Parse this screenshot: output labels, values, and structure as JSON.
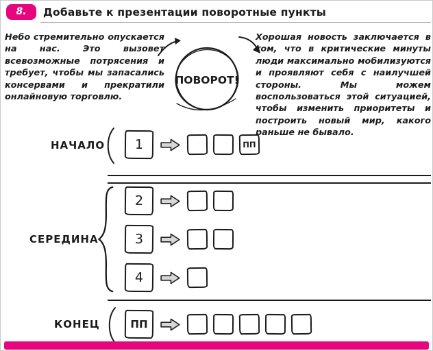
{
  "page": {
    "badge": "8.",
    "title": "Добавьте к презентации поворотные пункты",
    "accent_color": "#e6077e",
    "ink_color": "#1b1b1b"
  },
  "intro": {
    "left_text": "Небо стремительно опускается на нас. Это вызовет всевозможные потрясения и требует, чтобы мы запасались консервами и прекратили онлайновую торговлю.",
    "circle_label": "ПОВОРОТ!",
    "right_text": "Хорошая новость заключается в том, что в критические минуты люди максимально мобилизуются и проявляют себя с наилучшей стороны. Мы можем воспользоваться этой ситуацией, чтобы изменить приоритеты и построить новый мир, какого раньше не бывало."
  },
  "diagram": {
    "sections": [
      {
        "label": "НАЧАЛО",
        "rows": [
          {
            "lead": "1",
            "boxes": [
              "",
              "",
              "ПП"
            ]
          }
        ]
      },
      {
        "label": "СЕРЕДИНА",
        "rows": [
          {
            "lead": "2",
            "boxes": [
              "",
              ""
            ]
          },
          {
            "lead": "3",
            "boxes": [
              "",
              ""
            ]
          },
          {
            "lead": "4",
            "boxes": [
              ""
            ]
          }
        ]
      },
      {
        "label": "КОНЕЦ",
        "rows": [
          {
            "lead": "ПП",
            "boxes": [
              "",
              "",
              "",
              "",
              ""
            ]
          }
        ]
      }
    ]
  }
}
